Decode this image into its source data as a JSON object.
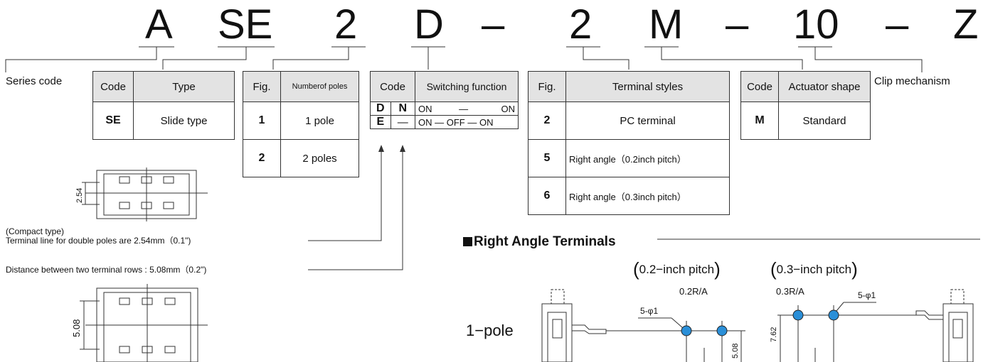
{
  "code_letters": [
    "A",
    "SE",
    "2",
    "D",
    "–",
    "2",
    "M",
    "–",
    "10",
    "–",
    "Z"
  ],
  "labels": {
    "series_code": "Series code",
    "clip_mechanism": "Clip mechanism"
  },
  "type_table": {
    "headers": [
      "Code",
      "Type"
    ],
    "rows": [
      [
        "SE",
        "Slide type"
      ]
    ]
  },
  "poles_table": {
    "headers": [
      "Fig.",
      "Numberof poles"
    ],
    "rows": [
      [
        "1",
        "1 pole"
      ],
      [
        "2",
        "2 poles"
      ]
    ]
  },
  "switch_table": {
    "headers": [
      "Code",
      "Switching function"
    ],
    "rows": [
      {
        "c1": "D",
        "c2": "N",
        "on1": "ON",
        "dash": "—",
        "on2": "ON"
      },
      {
        "c1": "E",
        "c2": "—",
        "seq": "ON — OFF — ON"
      }
    ]
  },
  "terminal_table": {
    "headers": [
      "Fig.",
      "Terminal styles"
    ],
    "rows": [
      [
        "2",
        "PC terminal"
      ],
      [
        "5",
        "Right angle（0.2inch pitch）"
      ],
      [
        "6",
        "Right angle（0.3inch pitch）"
      ]
    ]
  },
  "actuator_table": {
    "headers": [
      "Code",
      "Actuator shape"
    ],
    "rows": [
      [
        "M",
        "Standard"
      ]
    ]
  },
  "notes": {
    "compact_line1": "(Compact type)",
    "compact_line2": "Terminal line for double poles are 2.54mm（0.1\")",
    "distance": "Distance between two terminal rows : 5.08mm（0.2\")"
  },
  "dims": {
    "d254": "2.54",
    "d508": "5.08",
    "d508b": "5.08",
    "d762": "7.62"
  },
  "right_angle": {
    "title": "Right Angle Terminals",
    "pitch_02": "0.2−inch pitch",
    "pitch_03": "0.3−inch pitch",
    "ra_02": "0.2R/A",
    "ra_03": "0.3R/A",
    "hole_02": "5-φ1",
    "hole_03": "5-φ1",
    "pole_label": "1−pole"
  },
  "colors": {
    "pin_fill": "#2a8fd8",
    "header_bg": "#e3e3e3"
  }
}
